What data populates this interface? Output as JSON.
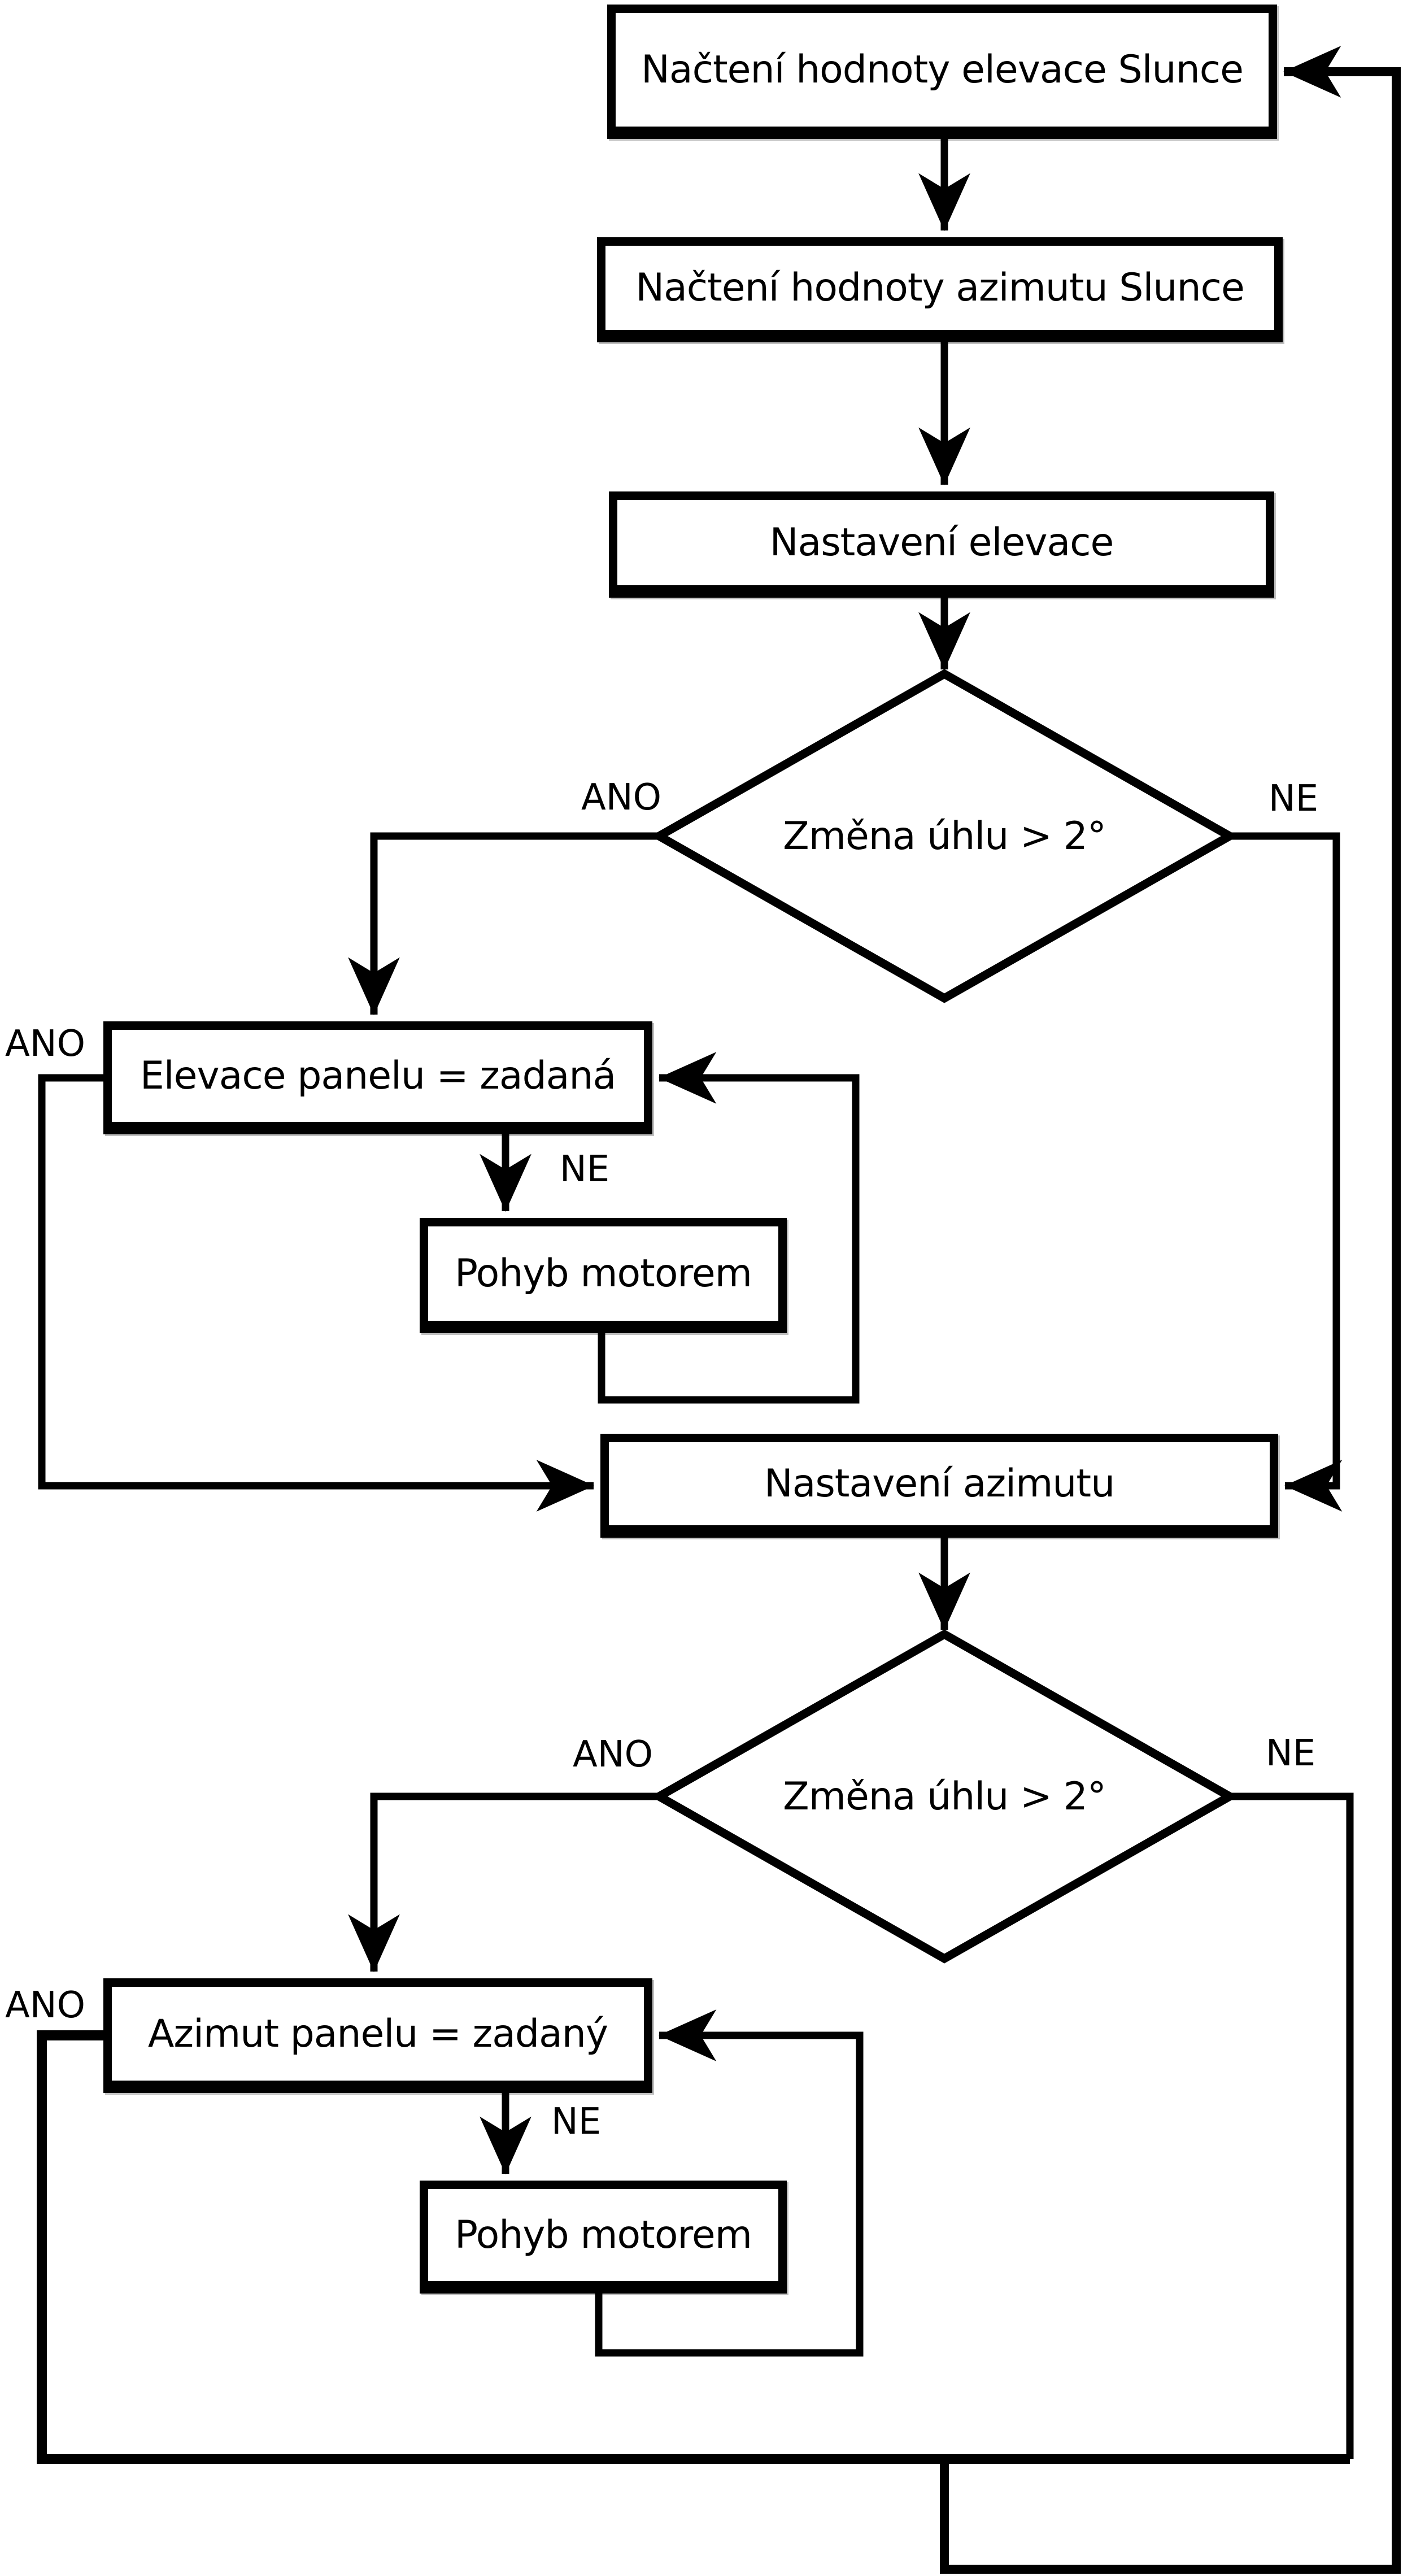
{
  "diagram": {
    "background_color": "#ffffff",
    "line_color": "#000000",
    "node_fill": "#ffffff",
    "nodes": {
      "read_elevation": {
        "label": "Načtení hodnoty elevace Slunce"
      },
      "read_azimuth": {
        "label": "Načtení hodnoty azimutu Slunce"
      },
      "set_elevation": {
        "label": "Nastavení elevace"
      },
      "elevation_decision": {
        "label": "Změna úhlu > 2°"
      },
      "elevation_equal": {
        "label": "Elevace panelu = zadaná"
      },
      "elevation_motor": {
        "label": "Pohyb motorem"
      },
      "set_azimuth": {
        "label": "Nastavení azimutu"
      },
      "azimuth_decision": {
        "label": "Změna úhlu > 2°"
      },
      "azimuth_equal": {
        "label": "Azimut panelu = zadaný"
      },
      "azimuth_motor": {
        "label": "Pohyb motorem"
      }
    },
    "branch_labels": {
      "yes": "ANO",
      "no": "NE"
    }
  }
}
